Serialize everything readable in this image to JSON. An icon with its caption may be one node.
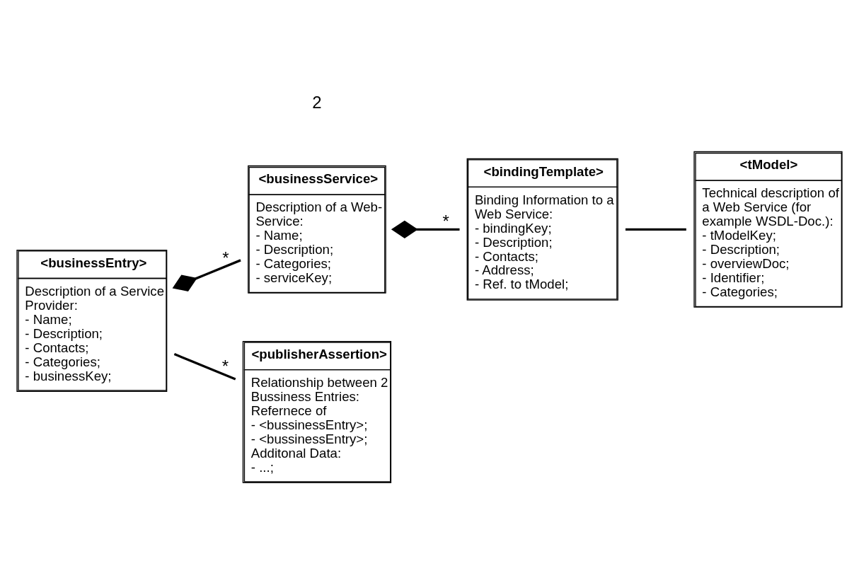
{
  "diagram": {
    "nodes": [
      {
        "text": [
          "<businessEntry>",
          "Description of a Service Provider:",
          "- Name;",
          "- Description;",
          "- Contacts;",
          "- Categories;",
          "- businessKey;"
        ]
      },
      {
        "text": [
          "<businessService>",
          "Description of a Web-Service:",
          "- Name;",
          "- Description;",
          "- Categories;",
          "- serviceKey;"
        ]
      },
      {
        "text": [
          "<bindingTemplate>",
          "Binding Information to a Web Service:",
          "- bindingKey;",
          "- Description;",
          "- Contacts;",
          "- Address;",
          "- Ref. to tModel;"
        ]
      },
      {
        "text": [
          "<publisherAssertion>",
          "Relationship between 2 Bussiness Entries:",
          "Refernece of",
          "- <bussinessEntry>;",
          "- <bussinessEntry>;",
          "Additonal Data:",
          "- ...;"
        ]
      },
      {
        "text": [
          "<tModel>",
          "Technical description of a Web Service (for example WSDL-Doc.):",
          "- tModelKey;",
          "- Description;",
          "- overviewDoc;",
          "- Identifier;",
          "- Categories;"
        ]
      }
    ],
    "edges": [
      {
        "from": 0,
        "to": 1,
        "arrow": "other",
        "label": "*"
      },
      {
        "from": 1,
        "to": 2,
        "arrow": "other",
        "label": "*"
      },
      {
        "from": 0,
        "to": 3,
        "arrow": "none",
        "label": "*"
      },
      {
        "from": 2,
        "to": 4,
        "arrow": "none"
      }
    ],
    "labels": [
      "2"
    ]
  }
}
